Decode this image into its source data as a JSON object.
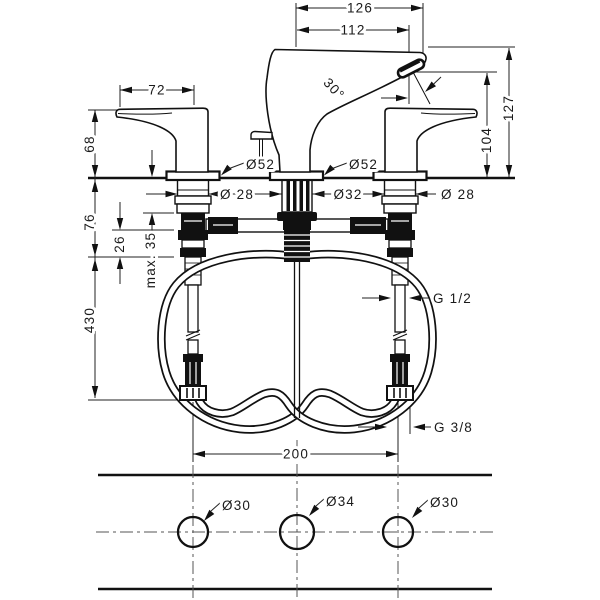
{
  "drawing": {
    "type": "technical-installation-diagram",
    "subject": "3-hole basin mixer faucet with hole drilling template",
    "units": "mm",
    "line_color": "#111111",
    "background": "#ffffff"
  },
  "labels": {
    "width_to_tip": "126",
    "width_to_outlet": "112",
    "handle_length": "72",
    "handle_height": "68",
    "below_deck_1": "76",
    "below_deck_2": "26",
    "deck_max_thickness": "max. 35",
    "hose_length": "430",
    "spout_angle": "30°",
    "outlet_height": "104",
    "total_height": "127",
    "escutcheon_left": "Ø52",
    "escutcheon_mid": "Ø52",
    "shank_left": "Ø 28",
    "shank_mid": "Ø32",
    "shank_right": "Ø 28",
    "supply_thread": "G 1/2",
    "hose_thread": "G 3/8",
    "hole_spacing": "200",
    "hole_left": "Ø30",
    "hole_mid": "Ø34",
    "hole_right": "Ø30"
  }
}
